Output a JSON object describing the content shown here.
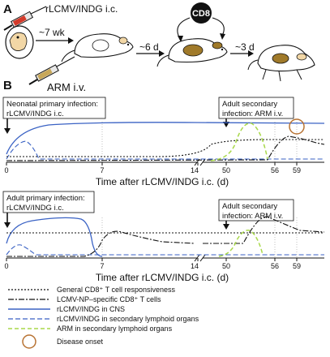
{
  "panel_a": {
    "label": "A",
    "inoculation_1": "rLCMV/INDG i.c.",
    "interval_1": "~7 wk",
    "inoculation_2": "ARM i.v.",
    "interval_2": "~6 d",
    "cell_badge": "CD8",
    "interval_3": "~3 d"
  },
  "panel_b": {
    "label": "B",
    "top_plot": {
      "box_left_line1": "Neonatal primary infection:",
      "box_left_line2": "rLCMV/INDG i.c.",
      "box_right_line1": "Adult secondary",
      "box_right_line2": "infection: ARM i.v.",
      "ticks": [
        "0",
        "7",
        "14",
        "50",
        "56",
        "59"
      ],
      "xlabel": "Time after rLCMV/INDG i.c. (d)"
    },
    "bottom_plot": {
      "box_left_line1": "Adult primary infection:",
      "box_left_line2": "rLCMV/INDG i.c.",
      "box_right_line1": "Adult secondary",
      "box_right_line2": "infection: ARM i.v.",
      "ticks": [
        "0",
        "7",
        "14",
        "50",
        "56",
        "59"
      ],
      "xlabel": "Time after rLCMV/INDG i.c. (d)"
    },
    "legend": [
      {
        "label": "General CD8⁺ T cell responsiveness",
        "color": "#111111"
      },
      {
        "label": "LCMV-NP–specific CD8⁺ T cells",
        "color": "#111111"
      },
      {
        "label": "rLCMV/INDG in CNS",
        "color": "#3a62c4"
      },
      {
        "label": "rLCMV/INDG in secondary lymphoid organs",
        "color": "#3a62c4"
      },
      {
        "label": "ARM in secondary lymphoid organs",
        "color": "#a8d84a"
      },
      {
        "label": "Disease onset",
        "color": "#b87333"
      }
    ]
  }
}
